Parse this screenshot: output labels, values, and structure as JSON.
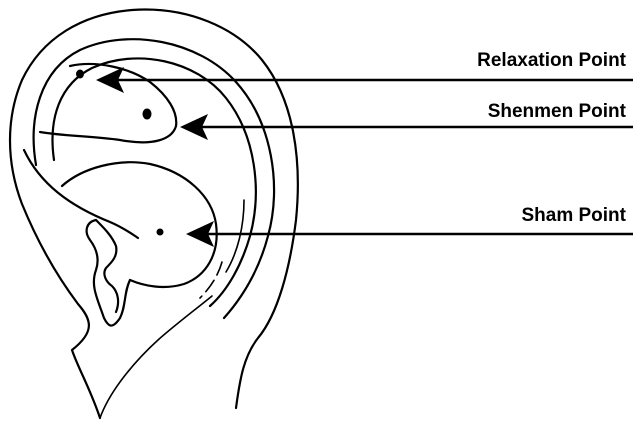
{
  "diagram": {
    "labels": {
      "relaxation": "Relaxation Point",
      "shenmen": "Shenmen Point",
      "sham": "Sham Point"
    },
    "colors": {
      "ink": "#000000",
      "background": "#ffffff"
    }
  }
}
